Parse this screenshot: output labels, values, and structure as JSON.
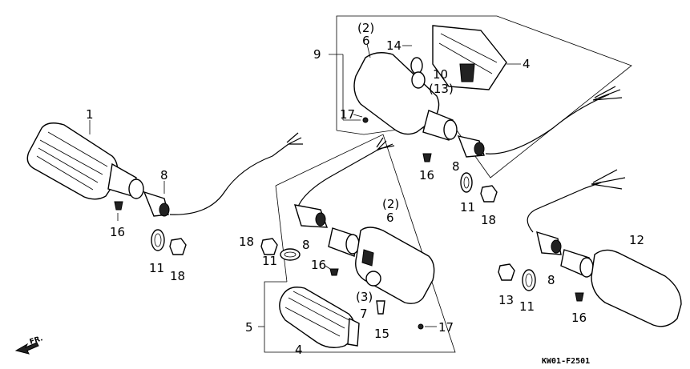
{
  "diagram": {
    "code": "KW01-F2501",
    "direction_label": "FR.",
    "callouts": [
      {
        "id": "c1",
        "text": "1"
      },
      {
        "id": "c2",
        "text": "8"
      },
      {
        "id": "c3",
        "text": "16"
      },
      {
        "id": "c4",
        "text": "11"
      },
      {
        "id": "c5",
        "text": "18"
      },
      {
        "id": "c6",
        "text": "9"
      },
      {
        "id": "c7",
        "text": "(2)"
      },
      {
        "id": "c8",
        "text": "6"
      },
      {
        "id": "c9",
        "text": "14"
      },
      {
        "id": "c10",
        "text": "4"
      },
      {
        "id": "c11",
        "text": "10"
      },
      {
        "id": "c12",
        "text": "(13)"
      },
      {
        "id": "c13",
        "text": "17"
      },
      {
        "id": "c14",
        "text": "16"
      },
      {
        "id": "c15",
        "text": "8"
      },
      {
        "id": "c16",
        "text": "11"
      },
      {
        "id": "c17",
        "text": "18"
      },
      {
        "id": "c18",
        "text": "(2)"
      },
      {
        "id": "c19",
        "text": "6"
      },
      {
        "id": "c20",
        "text": "18"
      },
      {
        "id": "c21",
        "text": "8"
      },
      {
        "id": "c22",
        "text": "11"
      },
      {
        "id": "c23",
        "text": "16"
      },
      {
        "id": "c24",
        "text": "(3)"
      },
      {
        "id": "c25",
        "text": "7"
      },
      {
        "id": "c26",
        "text": "5"
      },
      {
        "id": "c27",
        "text": "15"
      },
      {
        "id": "c28",
        "text": "17"
      },
      {
        "id": "c29",
        "text": "4"
      },
      {
        "id": "c30",
        "text": "12"
      },
      {
        "id": "c31",
        "text": "8"
      },
      {
        "id": "c32",
        "text": "13"
      },
      {
        "id": "c33",
        "text": "11"
      },
      {
        "id": "c34",
        "text": "16"
      }
    ]
  }
}
